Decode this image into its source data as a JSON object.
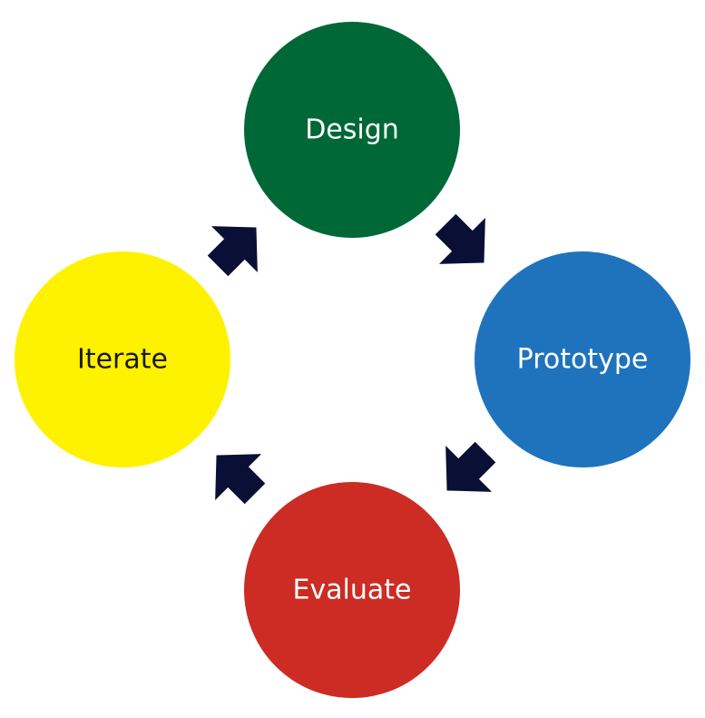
{
  "diagram": {
    "nodes": [
      {
        "id": "design",
        "label": "Design",
        "color": "#006837",
        "text_color": "#ffffff"
      },
      {
        "id": "prototype",
        "label": "Prototype",
        "color": "#1f73bc",
        "text_color": "#ffffff"
      },
      {
        "id": "evaluate",
        "label": "Evaluate",
        "color": "#cc2c24",
        "text_color": "#ffffff"
      },
      {
        "id": "iterate",
        "label": "Iterate",
        "color": "#fff200",
        "text_color": "#1a1a1a"
      }
    ],
    "arrow_color": "#0a0f35",
    "edges": [
      {
        "from": "design",
        "to": "prototype"
      },
      {
        "from": "prototype",
        "to": "evaluate"
      },
      {
        "from": "evaluate",
        "to": "iterate"
      },
      {
        "from": "iterate",
        "to": "design"
      }
    ]
  }
}
